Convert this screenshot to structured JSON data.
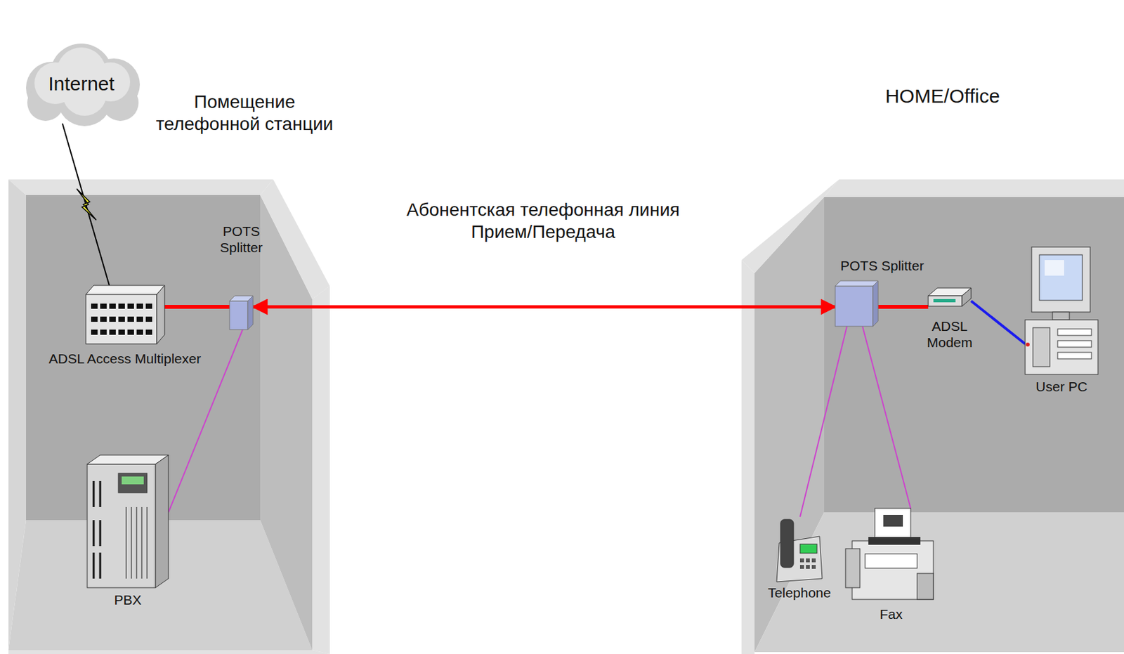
{
  "diagram": {
    "nodes": [
      {
        "text": [
          "Internet"
        ]
      },
      {
        "text": [
          "Помещение телефонной станции"
        ]
      },
      {
        "text": [
          "ADSL Access Multiplexer"
        ],
        "in": 1
      },
      {
        "text": [
          "POTS Splitter"
        ],
        "in": 1
      },
      {
        "text": [
          "PBX"
        ],
        "in": 1
      },
      {
        "text": [
          "HOME/Office"
        ]
      },
      {
        "text": [
          "POTS Splitter"
        ],
        "in": 5
      },
      {
        "text": [
          "ADSL Modem"
        ],
        "in": 5
      },
      {
        "text": [
          "User PC"
        ],
        "in": 5
      },
      {
        "text": [
          "Telephone"
        ],
        "in": 5
      },
      {
        "text": [
          "Fax"
        ],
        "in": 5
      }
    ],
    "edges": [
      {
        "from": 0,
        "to": 2,
        "arrow": "none"
      },
      {
        "from": 2,
        "to": 3,
        "arrow": "none"
      },
      {
        "from": 3,
        "to": 4,
        "arrow": "none"
      },
      {
        "from": 3,
        "to": 6,
        "label": "Абонентская телефонная линия Прием/Передача",
        "arrow": "both"
      },
      {
        "from": 6,
        "to": 7,
        "arrow": "none"
      },
      {
        "from": 7,
        "to": 8,
        "arrow": "none"
      },
      {
        "from": 6,
        "to": 9,
        "arrow": "none"
      },
      {
        "from": 6,
        "to": 10,
        "arrow": "none"
      }
    ]
  }
}
